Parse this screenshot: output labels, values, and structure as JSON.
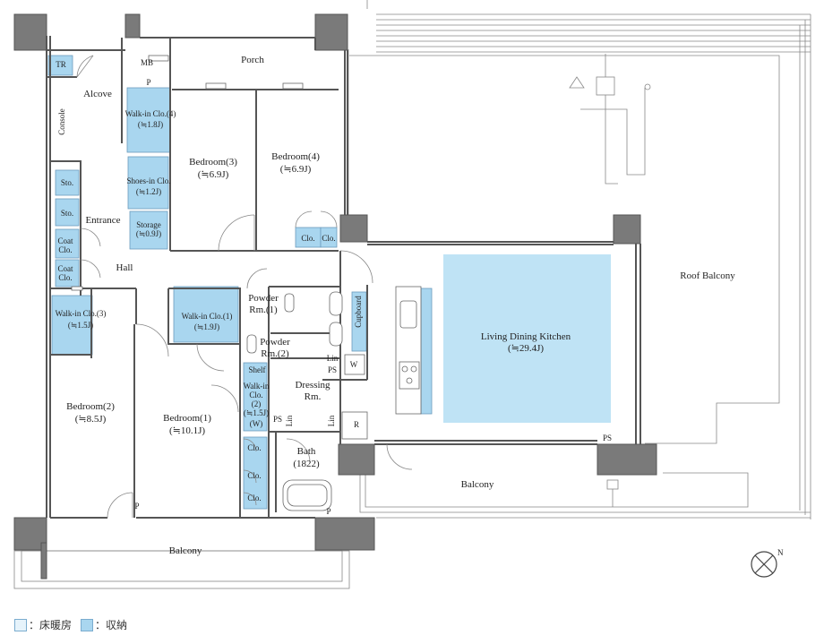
{
  "rooms": {
    "tr": "TR",
    "mb": "MB",
    "porch": "Porch",
    "p_top": "P",
    "alcove": "Alcove",
    "console": "Console",
    "walkin4_name": "Walk-in Clo.(4)",
    "walkin4_size": "(≒1.8J)",
    "bedroom3_name": "Bedroom(3)",
    "bedroom3_size": "(≒6.9J)",
    "bedroom4_name": "Bedroom(4)",
    "bedroom4_size": "(≒6.9J)",
    "roof_balcony": "Roof Balcony",
    "sto1": "Sto.",
    "sto2": "Sto.",
    "shoes_name": "Shoes-in Clo.",
    "shoes_size": "(≒1.2J)",
    "entrance": "Entrance",
    "storage_name": "Storage",
    "storage_size": "(≒0.9J)",
    "clo_a": "Clo.",
    "clo_b": "Clo.",
    "coat1_a": "Coat",
    "coat1_b": "Clo.",
    "coat2_a": "Coat",
    "coat2_b": "Clo.",
    "hall": "Hall",
    "powder1_a": "Powder",
    "powder1_b": "Rm.(1)",
    "cupboard": "Cupboard",
    "ldk_name": "Living Dining Kitchen",
    "ldk_size": "(≒29.4J)",
    "walkin3_name": "Walk-in Clo.(3)",
    "walkin3_size": "(≒1.5J)",
    "walkin1_name": "Walk-in Clo.(1)",
    "walkin1_size": "(≒1.9J)",
    "powder2_a": "Powder",
    "powder2_b": "Rm.(2)",
    "lin1": "Lin",
    "ps1": "PS",
    "w1": "W",
    "shelf": "Shelf",
    "walkin2_a": "Walk-in",
    "walkin2_b": "Clo.",
    "walkin2_c": "(2)",
    "walkin2_d": "(≒1.5J)",
    "walkin2_e": "(W)",
    "dressing_a": "Dressing",
    "dressing_b": "Rm.",
    "bedroom2_name": "Bedroom(2)",
    "bedroom2_size": "(≒8.5J)",
    "bedroom1_name": "Bedroom(1)",
    "bedroom1_size": "(≒10.1J)",
    "ps2": "PS",
    "lin2": "Lin",
    "lin3": "Lin",
    "r": "R",
    "ps3": "PS",
    "clo1": "Clo.",
    "clo2": "Clo.",
    "clo3": "Clo.",
    "bath_name": "Bath",
    "bath_size": "(1822)",
    "balcony_right": "Balcony",
    "p_bottom1": "P",
    "p_bottom2": "P",
    "balcony_bottom": "Balcony"
  },
  "legend": {
    "heated": "：床暖房",
    "storage": "：収納"
  },
  "colors": {
    "wall": "#777777",
    "line": "#555555",
    "storage_fill": "#a9d6ef",
    "floor_heat_fill": "#e6f3fb"
  }
}
